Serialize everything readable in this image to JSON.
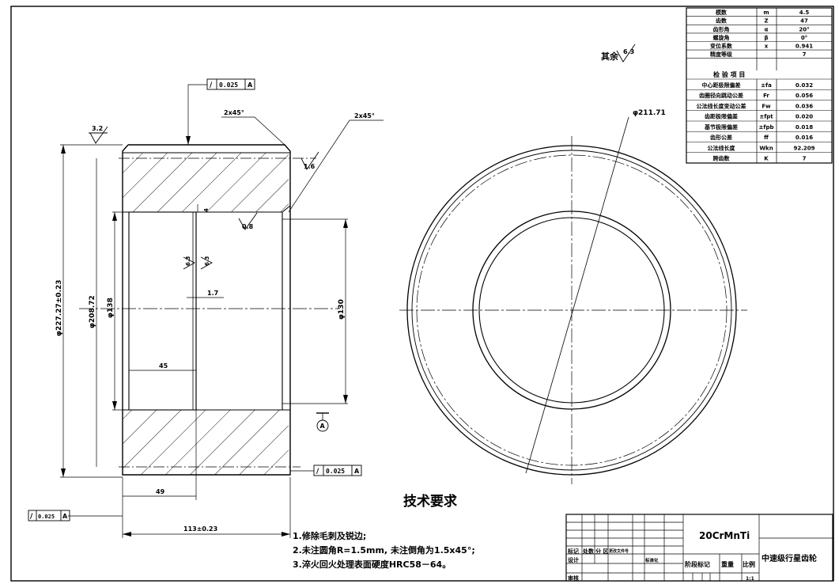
{
  "surface_finish": {
    "general_prefix": "其余",
    "general_value": "6.3",
    "outer_face": "3.2",
    "top_right": "1.6",
    "bore_chamfer": "0.8",
    "bore_left": "6.3",
    "bore_right": "6.3"
  },
  "tolerance_frames": {
    "top": {
      "symbol": "/",
      "value": "0.025",
      "datum": "A"
    },
    "right": {
      "symbol": "/",
      "value": "0.025",
      "datum": "A"
    },
    "bottom": {
      "symbol": "/",
      "value": "0.025",
      "datum": "A"
    }
  },
  "datum_label": "A",
  "dimensions": {
    "chamfer_left": "2x45°",
    "chamfer_right": "2x45°",
    "tip_diameter": "φ211.71",
    "outer_diameter": "φ227.27±0.23",
    "root_diameter": "φ208.72",
    "bore_diameter": "φ138",
    "inner_diameter": "φ130",
    "small_offset": "4",
    "groove": "1.7",
    "groove_width": "45",
    "hub_width": "49",
    "total_width": "113±0.23"
  },
  "gear_params": [
    {
      "name": "模数",
      "symbol": "m",
      "value": "4.5"
    },
    {
      "name": "齿数",
      "symbol": "Z",
      "value": "47"
    },
    {
      "name": "齿形角",
      "symbol": "α",
      "value": "20°"
    },
    {
      "name": "螺旋角",
      "symbol": "β",
      "value": "0°"
    },
    {
      "name": "变位系数",
      "symbol": "x",
      "value": "0.941"
    },
    {
      "name": "精度等级",
      "symbol": "",
      "value": "7"
    }
  ],
  "inspection_header": "检  验  项  目",
  "inspection_items": [
    {
      "name": "中心距极限偏差",
      "symbol": "±fa",
      "value": "0.032"
    },
    {
      "name": "齿圈径向跳动公差",
      "symbol": "Fr",
      "value": "0.056"
    },
    {
      "name": "公法线长度变动公差",
      "symbol": "Fw",
      "value": "0.036"
    },
    {
      "name": "齿距极限偏差",
      "symbol": "±fpt",
      "value": "0.020"
    },
    {
      "name": "基节极限偏差",
      "symbol": "±fpb",
      "value": "0.018"
    },
    {
      "name": "齿形公差",
      "symbol": "ff",
      "value": "0.016"
    },
    {
      "name": "公法线长度",
      "symbol": "Wkn",
      "value": "92.209"
    },
    {
      "name": "跨齿数",
      "symbol": "K",
      "value": "7"
    }
  ],
  "tech_requirements": {
    "title": "技术要求",
    "items": [
      "1.修除毛刺及锐边;",
      "2.未注圆角R=1.5mm, 未注倒角为1.5x45°;",
      "3.淬火回火处理表面硬度HRC58－64。"
    ]
  },
  "title_block": {
    "material": "20CrMnTi",
    "part_name": "中速级行星齿轮",
    "labels": {
      "mark": "标记",
      "count": "处数",
      "zone": "分 区",
      "doc": "更改文件号",
      "design": "设计",
      "standard": "标准化",
      "stage": "阶段标记",
      "weight": "重量",
      "scale": "比例",
      "review": "审核"
    },
    "scale_value": "1:1"
  }
}
